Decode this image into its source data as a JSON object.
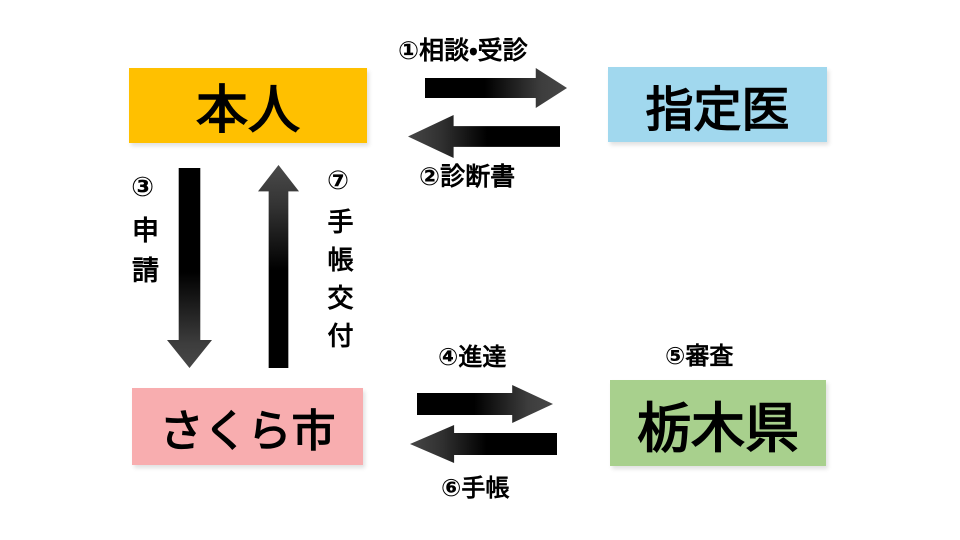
{
  "page": {
    "background": "#ffffff",
    "description_colors": {
      "node_honnin": "#FFC000",
      "node_shiteii": "#A1D8EE",
      "node_sakura": "#F8ADAF",
      "node_tochigi": "#A8D08D",
      "arrow_dark": "#000000",
      "arrow_gray": "#474747",
      "text": "#000000"
    }
  },
  "nodes": [
    {
      "id": "honnin",
      "label": "本人",
      "color": "#FFC000"
    },
    {
      "id": "shiteii",
      "label": "指定医",
      "color": "#A1D8EE"
    },
    {
      "id": "sakura-shi",
      "label": "さくら市",
      "color": "#F8ADAF"
    },
    {
      "id": "tochigi-ken",
      "label": "栃木県",
      "color": "#A8D08D"
    }
  ],
  "steps": [
    {
      "num": "①",
      "label": "①相談・受診",
      "from": "本人",
      "to": "指定医",
      "direction": "right"
    },
    {
      "num": "②",
      "label": "②診断書",
      "from": "指定医",
      "to": "本人",
      "direction": "left"
    },
    {
      "num": "③",
      "label": "③申請",
      "from": "本人",
      "to": "さくら市",
      "direction": "down"
    },
    {
      "num": "④",
      "label": "④進達",
      "from": "さくら市",
      "to": "栃木県",
      "direction": "right"
    },
    {
      "num": "⑤",
      "label": "⑤審査",
      "from": "栃木県",
      "to": "栃木県",
      "direction": "none"
    },
    {
      "num": "⑥",
      "label": "⑥手帳",
      "from": "栃木県",
      "to": "さくら市",
      "direction": "left"
    },
    {
      "num": "⑦",
      "label": "⑦手帳交付",
      "from": "さくら市",
      "to": "本人",
      "direction": "up"
    }
  ]
}
